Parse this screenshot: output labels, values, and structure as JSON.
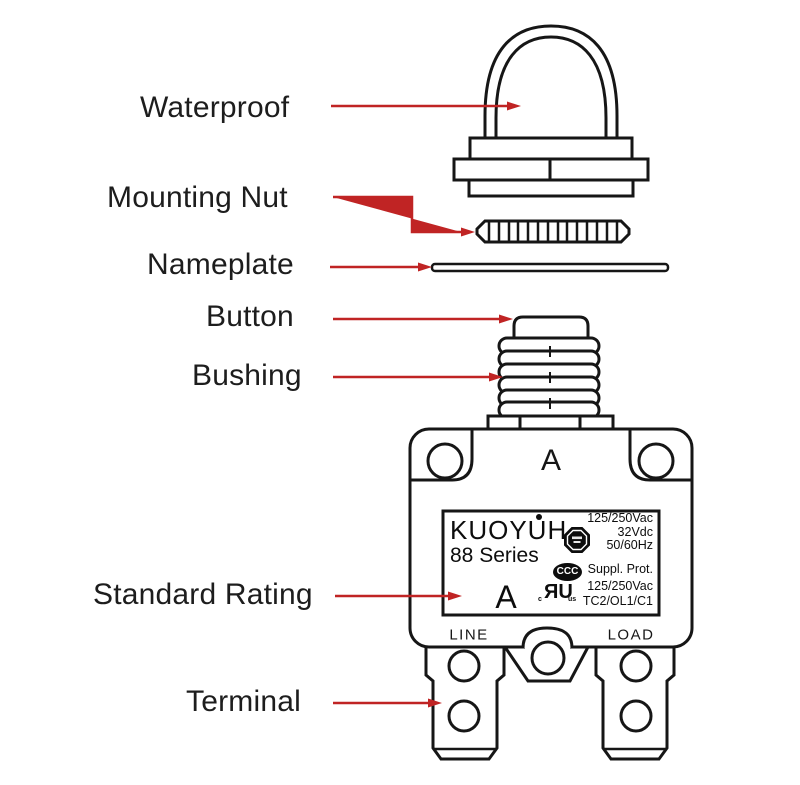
{
  "colors": {
    "outline": "#161616",
    "arrow": "#c02424",
    "text": "#1d1d1d",
    "background": "#ffffff"
  },
  "callouts": [
    {
      "label": "Waterproof"
    },
    {
      "label": "Mounting Nut"
    },
    {
      "label": "Nameplate"
    },
    {
      "label": "Button"
    },
    {
      "label": "Bushing"
    },
    {
      "label": "Standard Rating"
    },
    {
      "label": "Terminal"
    }
  ],
  "device": {
    "top_marking": "A",
    "line_label": "LINE",
    "load_label": "LOAD"
  },
  "rating_plate": {
    "brand": "KUOYUH",
    "series": "88 Series",
    "current_marking": "A",
    "ratings": [
      "125/250Vac",
      "32Vdc",
      "50/60Hz"
    ],
    "approval_text": "Suppl. Prot.",
    "approval_ratings": [
      "125/250Vac",
      "TC2/OL1/C1"
    ],
    "ccc_text": "CCC",
    "ul_text": "ЯU",
    "ul_c": "c",
    "ul_us": "us"
  }
}
